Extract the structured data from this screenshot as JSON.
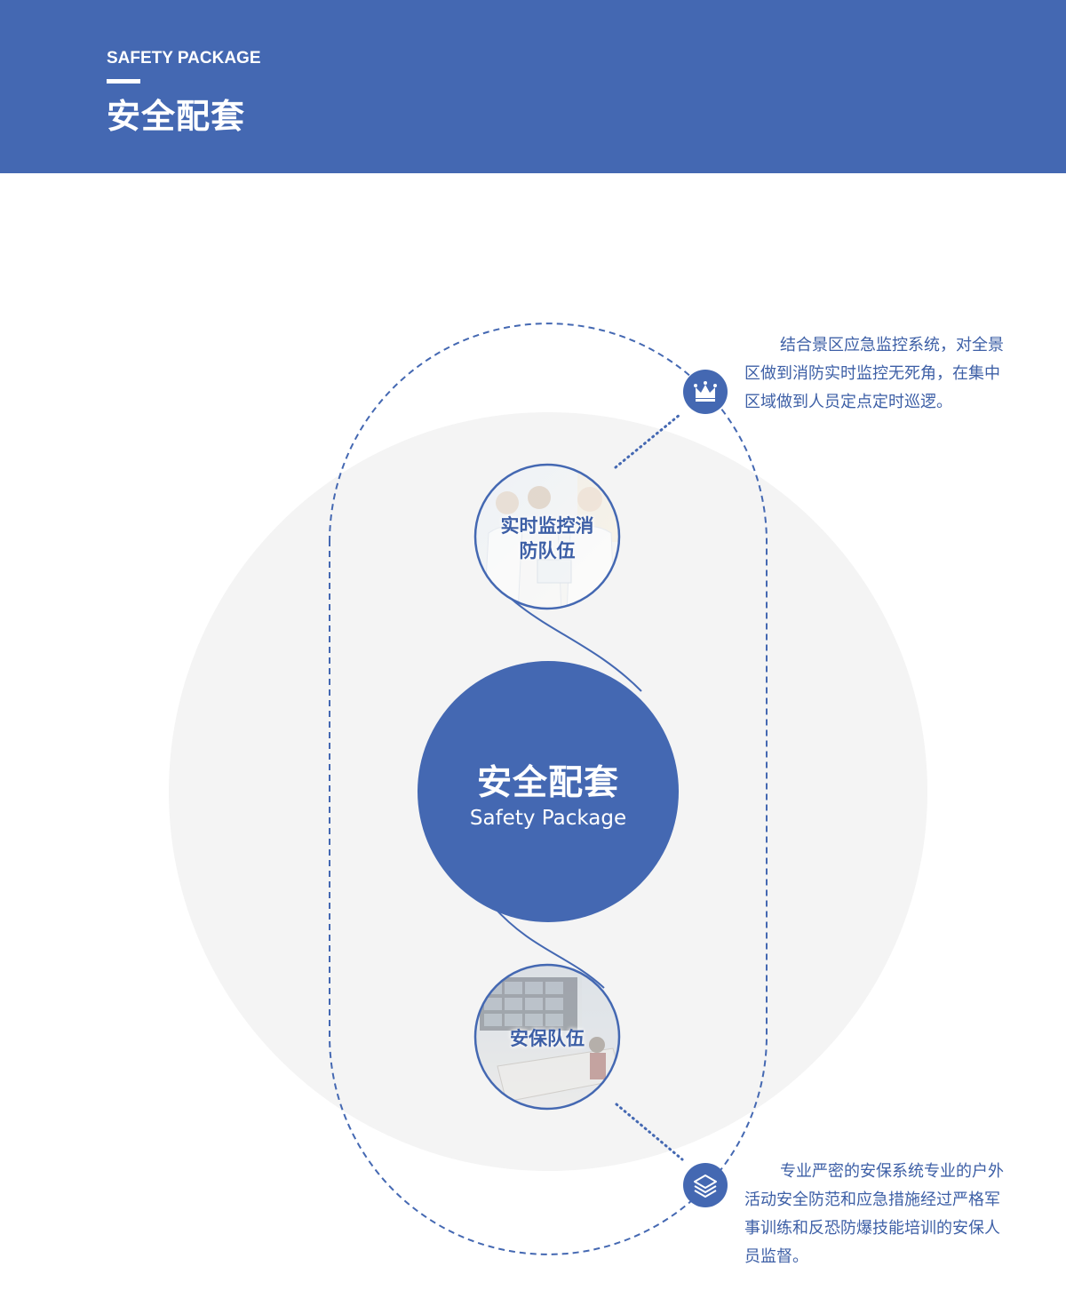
{
  "header": {
    "subtitle": "SAFETY PACKAGE",
    "title": "安全配套"
  },
  "center": {
    "title": "安全配套",
    "subtitle": "Safety Package"
  },
  "nodes": [
    {
      "label_line1": "实时监控消",
      "label_line2": "防队伍",
      "icon": "crown-icon",
      "description": "结合景区应急监控系统，对全景区做到消防实时监控无死角，在集中区域做到人员定点定时巡逻。"
    },
    {
      "label_line1": "安保队伍",
      "icon": "layers-icon",
      "description": "专业严密的安保系统专业的户外活动安全防范和应急措施经过严格军事训练和反恐防爆技能培训的安保人员监督。"
    }
  ],
  "colors": {
    "primary": "#4468b2",
    "background_circle": "#f4f4f4",
    "text_blue": "#3d5fa6"
  }
}
